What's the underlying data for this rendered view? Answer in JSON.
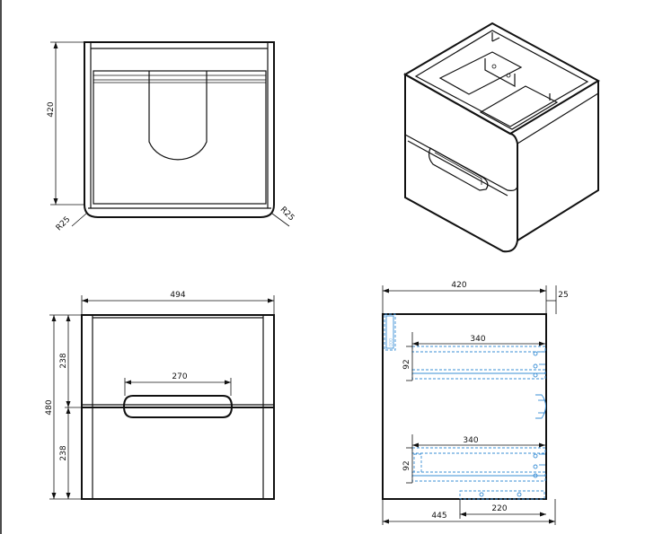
{
  "dimensions": {
    "front_height": "420",
    "radius_left": "R25",
    "radius_right": "R25",
    "face_width": "494",
    "total_height": "480",
    "drawer_top_height": "238",
    "drawer_bottom_height": "238",
    "handle_width": "270",
    "side_depth": "420",
    "side_offset": "25",
    "rail_top_length": "340",
    "rail_bottom_length": "340",
    "drawer_top_gap": "92",
    "drawer_bottom_gap": "92",
    "base_depth": "445",
    "base_inner": "220"
  },
  "colors": {
    "line": "#111111",
    "hidden": "#3a8fd6"
  }
}
